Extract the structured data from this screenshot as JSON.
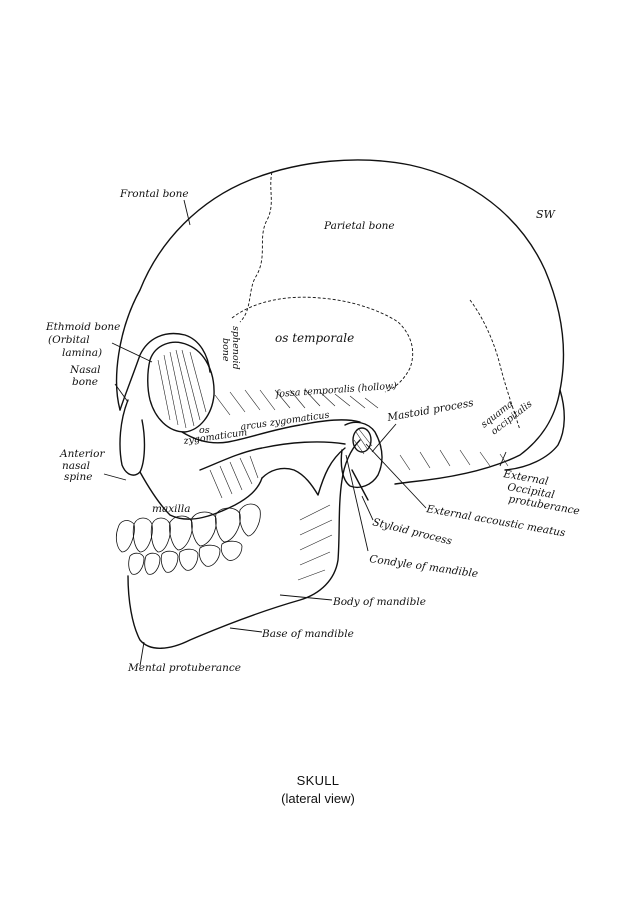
{
  "figure": {
    "title": "SKULL",
    "subtitle": "(lateral view)",
    "monogram": "SW"
  },
  "labels": {
    "frontal_bone": "Frontal bone",
    "parietal_bone": "Parietal bone",
    "ethmoid_line1": "Ethmoid bone",
    "ethmoid_line2": "(Orbital",
    "ethmoid_line3": "lamina)",
    "nasal_line1": "Nasal",
    "nasal_line2": "bone",
    "sphenoid_line1": "sphenoid",
    "sphenoid_line2": "bone",
    "os_temporale": "os temporale",
    "fossa_temporalis": "fossa temporalis (hollow)",
    "os_zygomaticum_line1": "os",
    "os_zygomaticum_line2": "zygomaticum",
    "arcus_zygomaticus": "arcus zygomaticus",
    "mastoid_process": "Mastoid process",
    "squama_line1": "squama",
    "squama_line2": "occipitalis",
    "anterior_line1": "Anterior",
    "anterior_line2": "nasal",
    "anterior_line3": "spine",
    "maxilla": "maxilla",
    "ext_occ_line1": "External",
    "ext_occ_line2": "Occipital",
    "ext_occ_line3": "protuberance",
    "ext_acoustic": "External accoustic meatus",
    "styloid_process": "Styloid process",
    "condyle_mandible": "Condyle of mandible",
    "body_mandible": "Body of mandible",
    "base_mandible": "Base of mandible",
    "mental_protuberance": "Mental protuberance"
  }
}
